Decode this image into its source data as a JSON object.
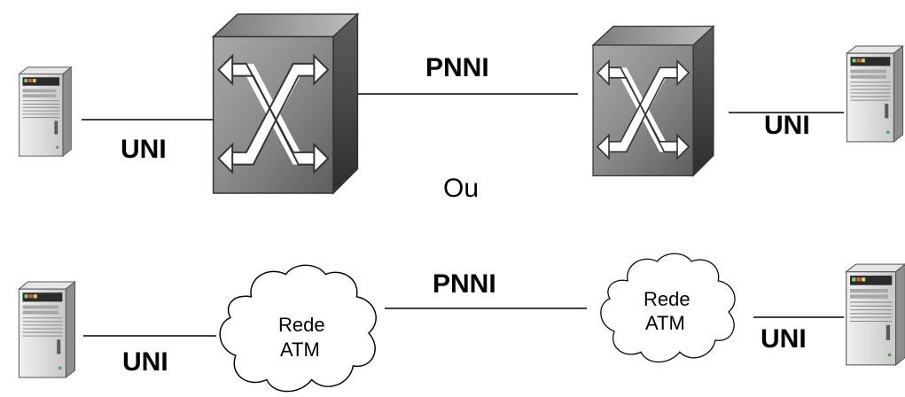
{
  "top": {
    "link_middle_label": "PNNI",
    "link_left_label": "UNI",
    "link_right_label": "UNI"
  },
  "separator_label": "Ou",
  "bottom": {
    "link_middle_label": "PNNI",
    "link_left_label": "UNI",
    "link_right_label": "UNI",
    "cloud_left": {
      "line1": "Rede",
      "line2": "ATM"
    },
    "cloud_right": {
      "line1": "Rede",
      "line2": "ATM"
    }
  },
  "icons": {
    "server": "server-icon",
    "switch": "atm-switch-icon",
    "cloud": "network-cloud-icon"
  }
}
